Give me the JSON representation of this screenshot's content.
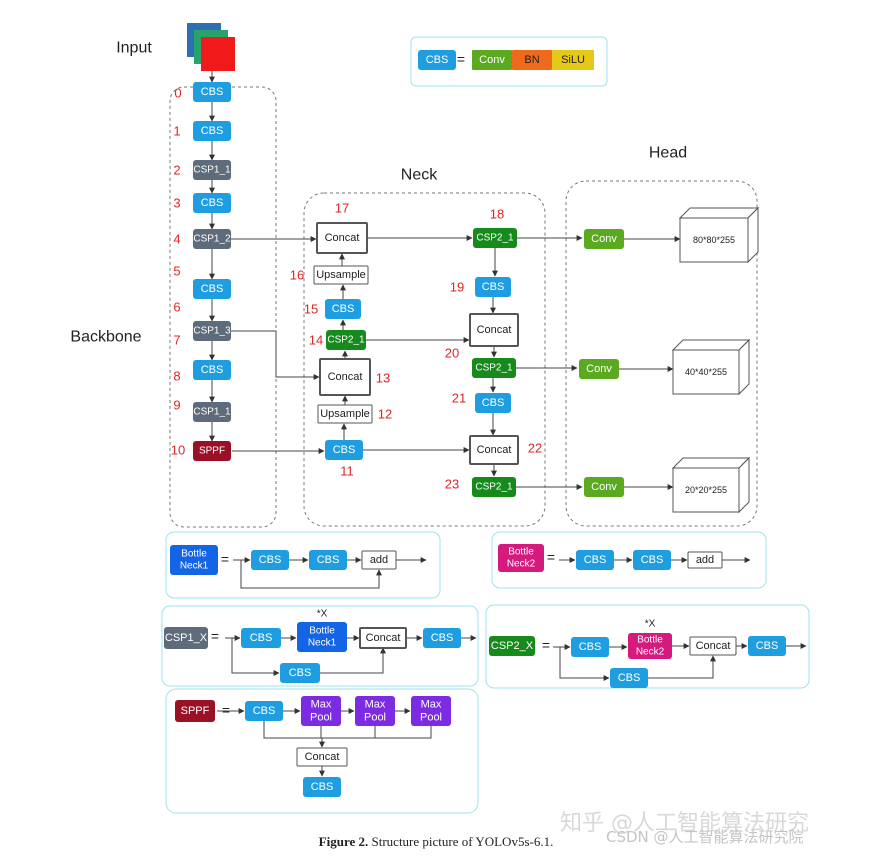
{
  "colors": {
    "cbs": "#1e9ee0",
    "conv": "#5aa91f",
    "bn": "#f06a1c",
    "silu": "#e4c81a",
    "csp1": "#5d6b7a",
    "csp2": "#178a1c",
    "sppf": "#9a1127",
    "bottleneck1": "#1465e6",
    "bottleneck2": "#d41a7c",
    "maxpool": "#7d2be3",
    "index": "#e02626",
    "panel_border": "#9ee3ee"
  },
  "labels": {
    "input": "Input",
    "backbone": "Backbone",
    "neck": "Neck",
    "head": "Head",
    "cbs": "CBS",
    "conv": "Conv",
    "bn": "BN",
    "silu": "SiLU",
    "equals": "=",
    "csp1_1": "CSP1_1",
    "csp1_2": "CSP1_2",
    "csp1_3": "CSP1_3",
    "csp2_1": "CSP2_1",
    "sppf": "SPPF",
    "concat": "Concat",
    "upsample": "Upsample",
    "add": "add",
    "bottle1_a": "Bottle",
    "bottle1_b": "Neck1",
    "bottle2_a": "Bottle",
    "bottle2_b": "Neck2",
    "csp1_x": "CSP1_X",
    "csp2_x": "CSP2_X",
    "max": "Max",
    "pool": "Pool",
    "times_x": "*X"
  },
  "layer_indices": [
    "0",
    "1",
    "2",
    "3",
    "4",
    "5",
    "6",
    "7",
    "8",
    "9",
    "10",
    "11",
    "12",
    "13",
    "14",
    "15",
    "16",
    "17",
    "18",
    "19",
    "20",
    "21",
    "22",
    "23"
  ],
  "outputs": [
    "80*80*255",
    "40*40*255",
    "20*20*255"
  ],
  "caption": {
    "bold": "Figure 2.",
    "rest": " Structure picture of YOLOv5s-6.1."
  },
  "watermark": {
    "line1": "知乎 @人工智能算法研究",
    "line2": "CSDN @人工智能算法研究院"
  }
}
